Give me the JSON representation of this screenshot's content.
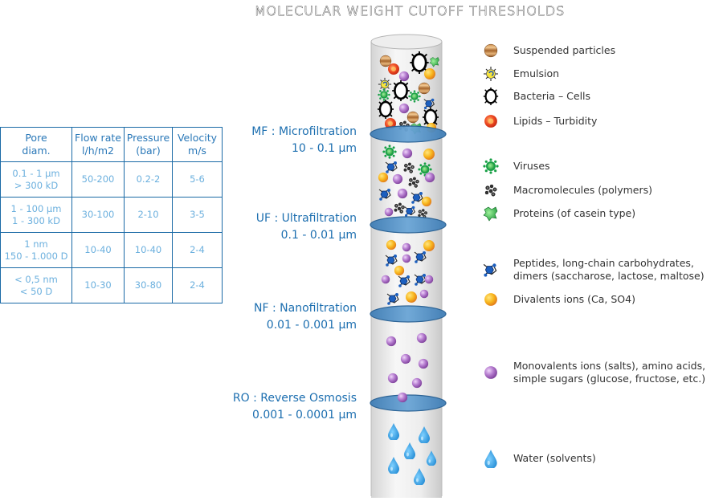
{
  "title": "MOLECULAR WEIGHT CUTOFF THRESHOLDS",
  "table": {
    "headers": [
      [
        "Pore",
        "diam."
      ],
      [
        "Flow rate",
        "l/h/m2"
      ],
      [
        "Pressure",
        "(bar)"
      ],
      [
        "Velocity",
        "m/s"
      ]
    ],
    "rows": [
      [
        [
          "0.1 - 1 µm",
          "> 300 kD"
        ],
        [
          "50-200"
        ],
        [
          "0.2-2"
        ],
        [
          "5-6"
        ]
      ],
      [
        [
          "1 - 100 µm",
          "1 - 300 kD"
        ],
        [
          "30-100"
        ],
        [
          "2-10"
        ],
        [
          "3-5"
        ]
      ],
      [
        [
          "1 nm",
          "150 - 1.000 D"
        ],
        [
          "10-40"
        ],
        [
          "10-40"
        ],
        [
          "2-4"
        ]
      ],
      [
        [
          "< 0,5 nm",
          "< 50 D"
        ],
        [
          "10-30"
        ],
        [
          "30-80"
        ],
        [
          "2-4"
        ]
      ]
    ]
  },
  "stages": [
    {
      "name": "MF : Microfiltration",
      "range": "10 - 0.1 µm"
    },
    {
      "name": "UF : Ultrafiltration",
      "range": "0.1 - 0.01 µm"
    },
    {
      "name": "NF : Nanofiltration",
      "range": "0.01 - 0.001 µm"
    },
    {
      "name": "RO : Reverse Osmosis",
      "range": "0.001 - 0.0001 µm"
    }
  ],
  "legend": [
    {
      "icon": "suspended-particle-icon",
      "label": "Suspended particles"
    },
    {
      "icon": "emulsion-icon",
      "label": "Emulsion"
    },
    {
      "icon": "bacteria-icon",
      "label": "Bacteria – Cells"
    },
    {
      "icon": "lipid-icon",
      "label": "Lipids – Turbidity"
    },
    {
      "icon": "virus-icon",
      "label": "Viruses"
    },
    {
      "icon": "macromolecule-icon",
      "label": "Macromolecules (polymers)"
    },
    {
      "icon": "protein-icon",
      "label": "Proteins (of casein type)"
    },
    {
      "icon": "peptide-icon",
      "label": "Peptides, long-chain carbohydrates,\ndimers (saccharose, lactose, maltose)"
    },
    {
      "icon": "divalent-ion-icon",
      "label": "Divalents ions (Ca, SO4)"
    },
    {
      "icon": "monovalent-ion-icon",
      "label": "Monovalents ions (salts), amino acids,\nsimple sugars (glucose, fructose, etc.)"
    },
    {
      "icon": "water-drop-icon",
      "label": "Water (solvents)"
    }
  ],
  "colors": {
    "accent": "#1d6fb0",
    "table_text": "#6cb0de",
    "membrane": "#4f8fc4",
    "monovalent": "#b072c8",
    "divalent": "#f7b21c",
    "water": "#2a9be0"
  }
}
